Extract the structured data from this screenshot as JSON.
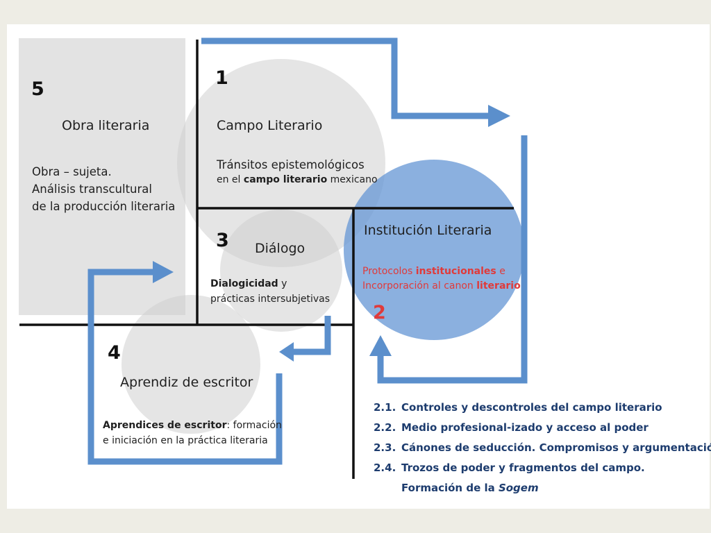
{
  "colors": {
    "background": "#eeede5",
    "arrow": "#5b8fcc",
    "circle_gray": "#cfcfcf",
    "circle_blue": "#6a9ad6",
    "box_gray": "#e3e3e3",
    "accent_red": "#e03a3a",
    "list_navy": "#1d3c6e"
  },
  "box5": {
    "number": "5",
    "title": "Obra literaria",
    "line1": "Obra – sujeta.",
    "line2": "Análisis transcultural",
    "line3": "de la producción literaria"
  },
  "box1": {
    "number": "1",
    "title": "Campo Literario",
    "line1": "Tránsitos epistemológicos",
    "line2_pre": "en el ",
    "line2_bold": "campo literario",
    "line2_post": " mexicano"
  },
  "box2": {
    "number": "2",
    "title": "Institución Literaria",
    "l1_pre": "Protocolos ",
    "l1_bold": "institucionales",
    "l1_post": " e",
    "l2_pre": "Incorporación al canon ",
    "l2_bold": "literario"
  },
  "box3": {
    "number": "3",
    "title": "Diálogo",
    "l1_bold": "Dialogicidad",
    "l1_post": " y",
    "line2": "prácticas intersubjetivas"
  },
  "box4": {
    "number": "4",
    "title": "Aprendiz de escritor",
    "l1_bold": "Aprendices de escritor",
    "l1_post": ": formación",
    "line2": "e iniciación en la práctica literaria"
  },
  "list": [
    {
      "index": "2.1.",
      "text": "Controles y descontroles del campo literario"
    },
    {
      "index": "2.2.",
      "text": "Medio profesional-izado y acceso al poder"
    },
    {
      "index": "2.3.",
      "text": "Cánones de seducción. Compromisos y argumentación"
    },
    {
      "index": "2.4.",
      "text": "Trozos de poder y fragmentos del campo."
    }
  ],
  "list_last": {
    "pre": "Formación de la ",
    "italic": "Sogem"
  }
}
